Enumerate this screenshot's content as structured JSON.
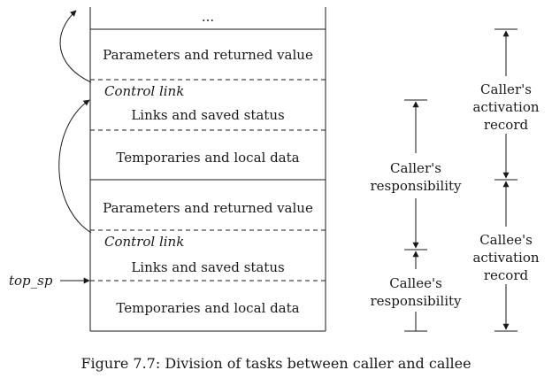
{
  "stack": {
    "top_ellipsis": "...",
    "upper_record": {
      "params": "Parameters and returned value",
      "control_link": "Control link",
      "links": "Links and saved status",
      "temps": "Temporaries and local data"
    },
    "lower_record": {
      "params": "Parameters and returned value",
      "control_link": "Control link",
      "links": "Links and saved status",
      "temps": "Temporaries and local data"
    },
    "top_sp": "top_sp"
  },
  "responsibility": {
    "caller": [
      "Caller's",
      "responsibility"
    ],
    "callee": [
      "Callee's",
      "responsibility"
    ]
  },
  "activation": {
    "caller": [
      "Caller's",
      "activation",
      "record"
    ],
    "callee": [
      "Callee's",
      "activation",
      "record"
    ]
  },
  "caption": "Figure 7.7: Division of tasks between caller and callee"
}
